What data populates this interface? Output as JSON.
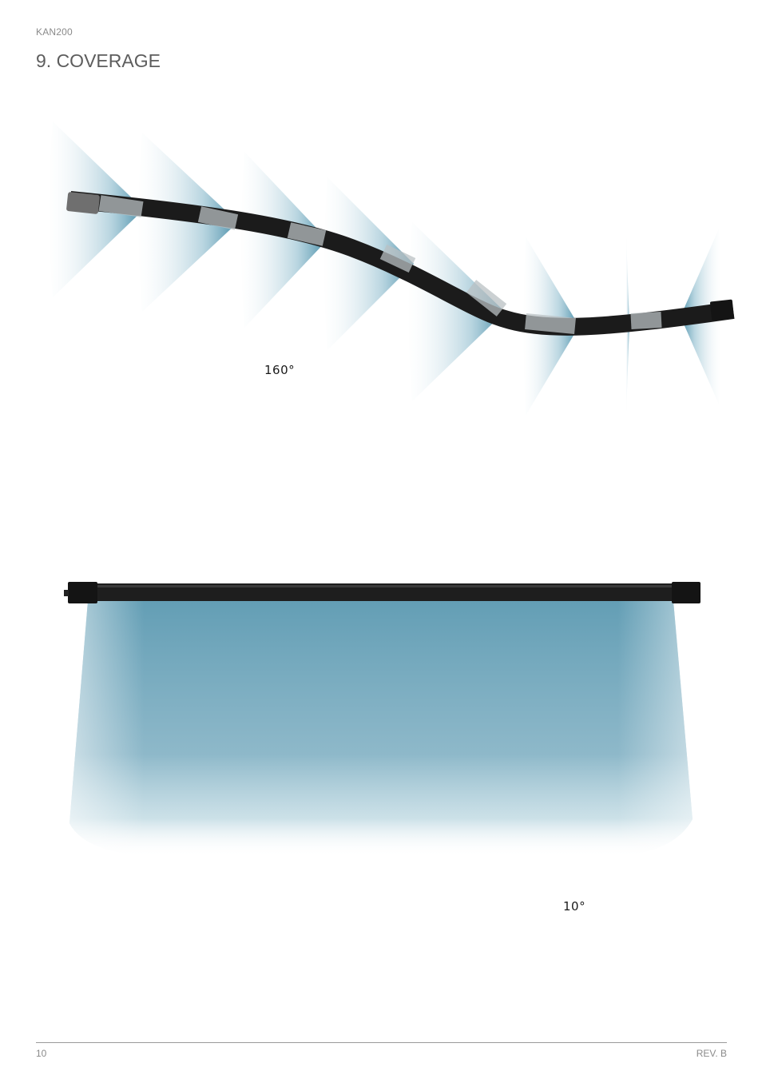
{
  "header": {
    "doc_code": "KAN200",
    "title": "9. COVERAGE"
  },
  "figures": {
    "flexible": {
      "angle_label": "160°",
      "beam_color": "#3f8aa6",
      "profile_color": "#1b1b1b"
    },
    "linear": {
      "angle_label": "10°",
      "beam_color": "#4e8fa8",
      "profile_color": "#1b1b1b"
    }
  },
  "footer": {
    "page_number": "10",
    "revision": "REV. B"
  }
}
